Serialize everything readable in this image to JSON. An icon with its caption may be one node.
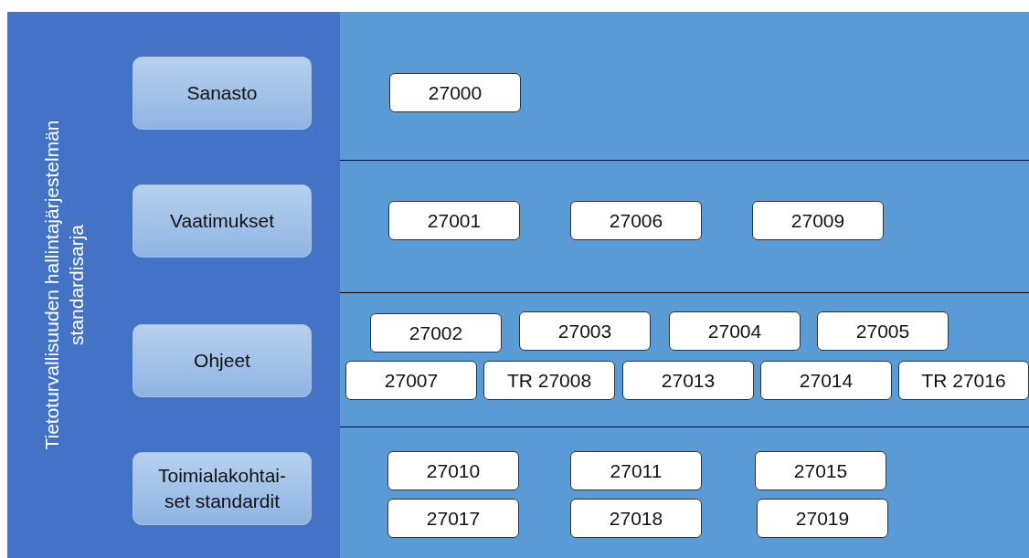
{
  "diagram": {
    "nodes": [
      {
        "text": [
          "Tietoturvallisuuden hallintajärjestelmän standardisarja"
        ]
      },
      {
        "text": [
          "Sanasto"
        ],
        "in": 0
      },
      {
        "text": [
          "27000"
        ]
      },
      {
        "text": [
          "Vaatimukset"
        ],
        "in": 0
      },
      {
        "text": [
          "27001"
        ]
      },
      {
        "text": [
          "27006"
        ]
      },
      {
        "text": [
          "27009"
        ]
      },
      {
        "text": [
          "Ohjeet"
        ],
        "in": 0
      },
      {
        "text": [
          "27002"
        ]
      },
      {
        "text": [
          "27003"
        ]
      },
      {
        "text": [
          "27004"
        ]
      },
      {
        "text": [
          "27005"
        ]
      },
      {
        "text": [
          "27007"
        ]
      },
      {
        "text": [
          "TR 27008"
        ]
      },
      {
        "text": [
          "27013"
        ]
      },
      {
        "text": [
          "27014"
        ]
      },
      {
        "text": [
          "TR 27016"
        ]
      },
      {
        "text": [
          "Toimialakohtai- set standardit"
        ],
        "in": 0
      },
      {
        "text": [
          "27010"
        ]
      },
      {
        "text": [
          "27011"
        ]
      },
      {
        "text": [
          "27015"
        ]
      },
      {
        "text": [
          "27017"
        ]
      },
      {
        "text": [
          "27018"
        ]
      },
      {
        "text": [
          "27019"
        ]
      }
    ],
    "edges": []
  }
}
